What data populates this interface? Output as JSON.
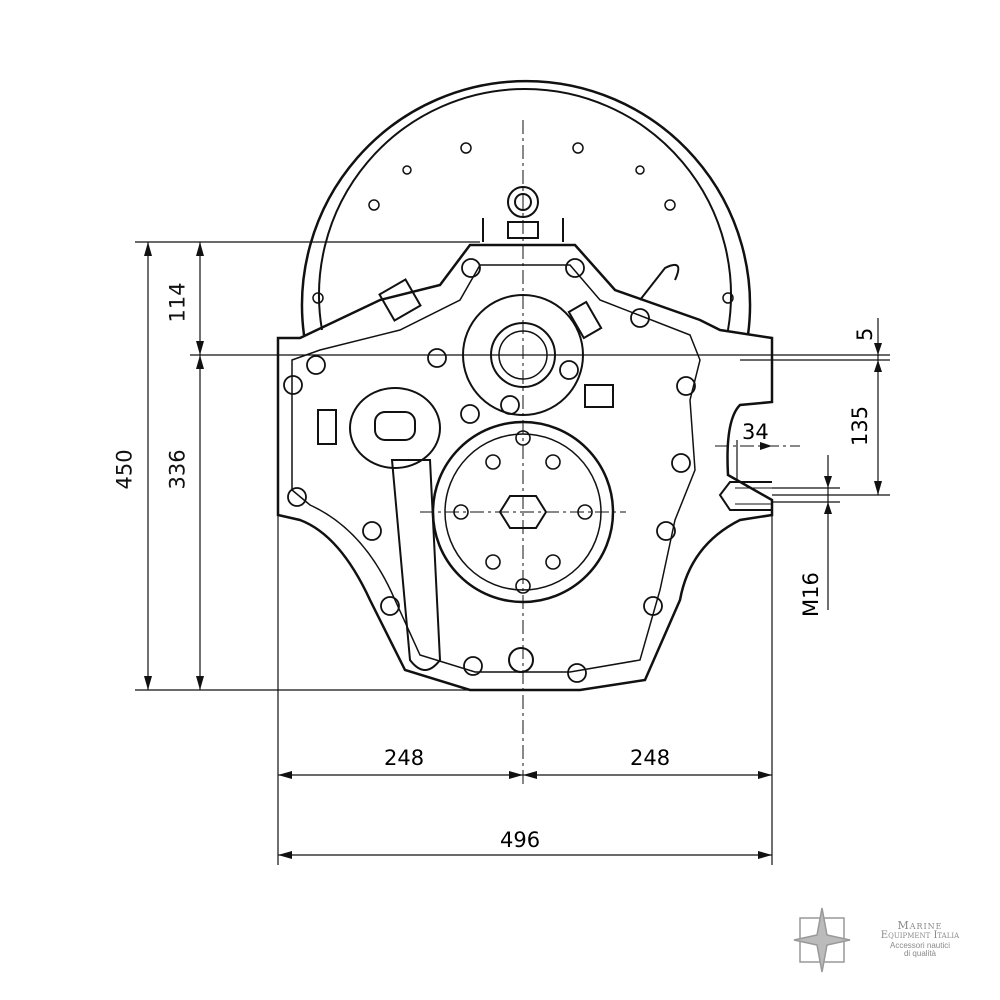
{
  "dimensions": {
    "overall_height": "450",
    "top_height": "114",
    "lower_height": "336",
    "half_width_left": "248",
    "half_width_right": "248",
    "overall_width": "496",
    "offset_small": "5",
    "mount_height": "135",
    "mount_depth": "34",
    "thread": "M16"
  },
  "logo": {
    "line1": "Marine",
    "line2": "Equipment Italia",
    "tagline1": "Accessori nautici",
    "tagline2": "di qualità"
  }
}
